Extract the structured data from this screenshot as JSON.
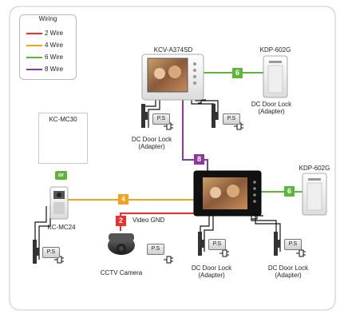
{
  "legend": {
    "title": "Wiring",
    "items": [
      {
        "label": "2 Wire",
        "color": "#e8322e"
      },
      {
        "label": "4 Wire",
        "color": "#f2a31b"
      },
      {
        "label": "6 Wire",
        "color": "#5cb83c"
      },
      {
        "label": "8 Wire",
        "color": "#8a3a9e"
      }
    ]
  },
  "devices": {
    "kcv_top": "KCV-A374SD",
    "kdp_top": "KDP-602G",
    "kdp_right": "KDP-602G",
    "kc_mc30": "KC-MC30",
    "kc_mc24": "KC-MC24",
    "cctv": "CCTV Camera",
    "or_label": "or"
  },
  "door_lock": {
    "line1": "DC Door Lock",
    "line2": "(Adapter)"
  },
  "power_supply_label": "P.S",
  "badges": {
    "b6_top": "6",
    "b8": "8",
    "b6_right": "6",
    "b4": "4",
    "b2": "2"
  },
  "video_gnd": "Video GND"
}
